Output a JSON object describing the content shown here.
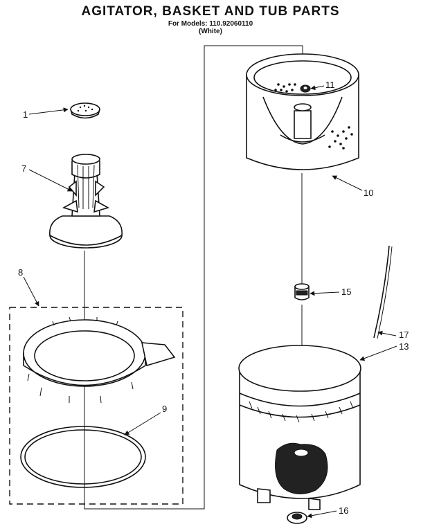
{
  "header": {
    "title": "AGITATOR, BASKET AND TUB PARTS",
    "models_line": "For Models: 110.92060110",
    "color_line": "(White)"
  },
  "callouts": [
    {
      "id": "part-1",
      "label": "1"
    },
    {
      "id": "part-7",
      "label": "7"
    },
    {
      "id": "part-8",
      "label": "8"
    },
    {
      "id": "part-9",
      "label": "9"
    },
    {
      "id": "part-10",
      "label": "10"
    },
    {
      "id": "part-11",
      "label": "11"
    },
    {
      "id": "part-13",
      "label": "13"
    },
    {
      "id": "part-15",
      "label": "15"
    },
    {
      "id": "part-16",
      "label": "16"
    },
    {
      "id": "part-17",
      "label": "17"
    }
  ]
}
